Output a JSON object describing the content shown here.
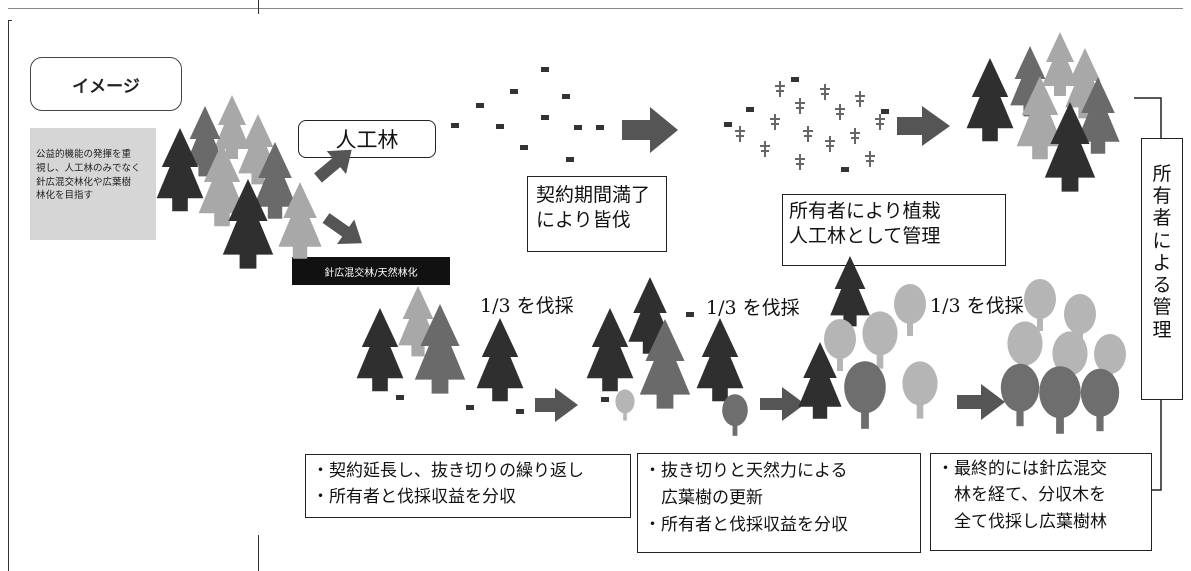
{
  "image_box": "イメージ",
  "goal_box": "公益的機能の発揮を重\n視し、人工林のみでなく\n針広混交林化や広葉樹\n林化を目指す",
  "branch_top": "人工林",
  "branch_bottom": "針広混交林/天然林化",
  "top_row": {
    "clearcut": "契約期間満了\nにより皆伐",
    "replant": "所有者により植栽\n人工林として管理"
  },
  "side_label": "所\n有\n者\nに\nよ\nる\n管\n理",
  "bottom_row": {
    "cut1": "1/3 を伐採",
    "cut2": "1/3 を伐採",
    "cut3": "1/3 を伐採",
    "note1": "・契約延長し、抜き切りの繰り返し\n・所有者と伐採収益を分収",
    "note2": "・抜き切りと天然力による\n　広葉樹の更新\n・所有者と伐採収益を分収",
    "note3": "・最終的には針広混交\n　林を経て、分収木を\n　全て伐採し広葉樹林"
  },
  "colors": {
    "conifer_dark": "#2f2f2f",
    "conifer_mid": "#6a6a6a",
    "conifer_light": "#a8a8a8",
    "broadleaf_dark": "#6e6e6e",
    "broadleaf_light": "#b5b5b5",
    "arrow": "#555555",
    "goal_bg": "#d6d6d6",
    "label_bg": "#111111"
  }
}
